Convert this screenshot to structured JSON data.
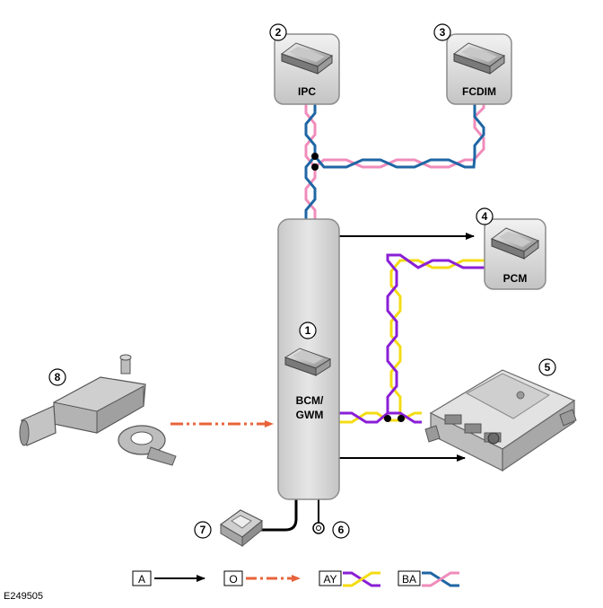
{
  "modules": {
    "ipc": {
      "number": "2",
      "label": "IPC"
    },
    "fcdim": {
      "number": "3",
      "label": "FCDIM"
    },
    "pcm": {
      "number": "4",
      "label": "PCM"
    },
    "bcm": {
      "number": "1",
      "label_line1": "BCM/",
      "label_line2": "GWM"
    }
  },
  "components": {
    "battery_monitor": {
      "number": "5"
    },
    "ground": {
      "number": "6"
    },
    "fuse": {
      "number": "7"
    },
    "ignition_switch": {
      "number": "8"
    }
  },
  "legend": [
    {
      "key": "A",
      "symbol": "solid-arrow"
    },
    {
      "key": "O",
      "symbol": "dash-dot-arrow"
    },
    {
      "key": "AY",
      "symbol": "twisted-pair-yellow-violet"
    },
    {
      "key": "BA",
      "symbol": "twisted-pair-pink-blue"
    }
  ],
  "figure_id": "E249505",
  "colors": {
    "can_pink": "#f08cbb",
    "can_blue": "#1f66a4",
    "lin_yellow": "#f4dc14",
    "lin_violet": "#8a1fd6",
    "dashed_arrow": "#e8633a",
    "module_fill": "#d8d8d8",
    "module_stroke": "#8c8c8c"
  }
}
